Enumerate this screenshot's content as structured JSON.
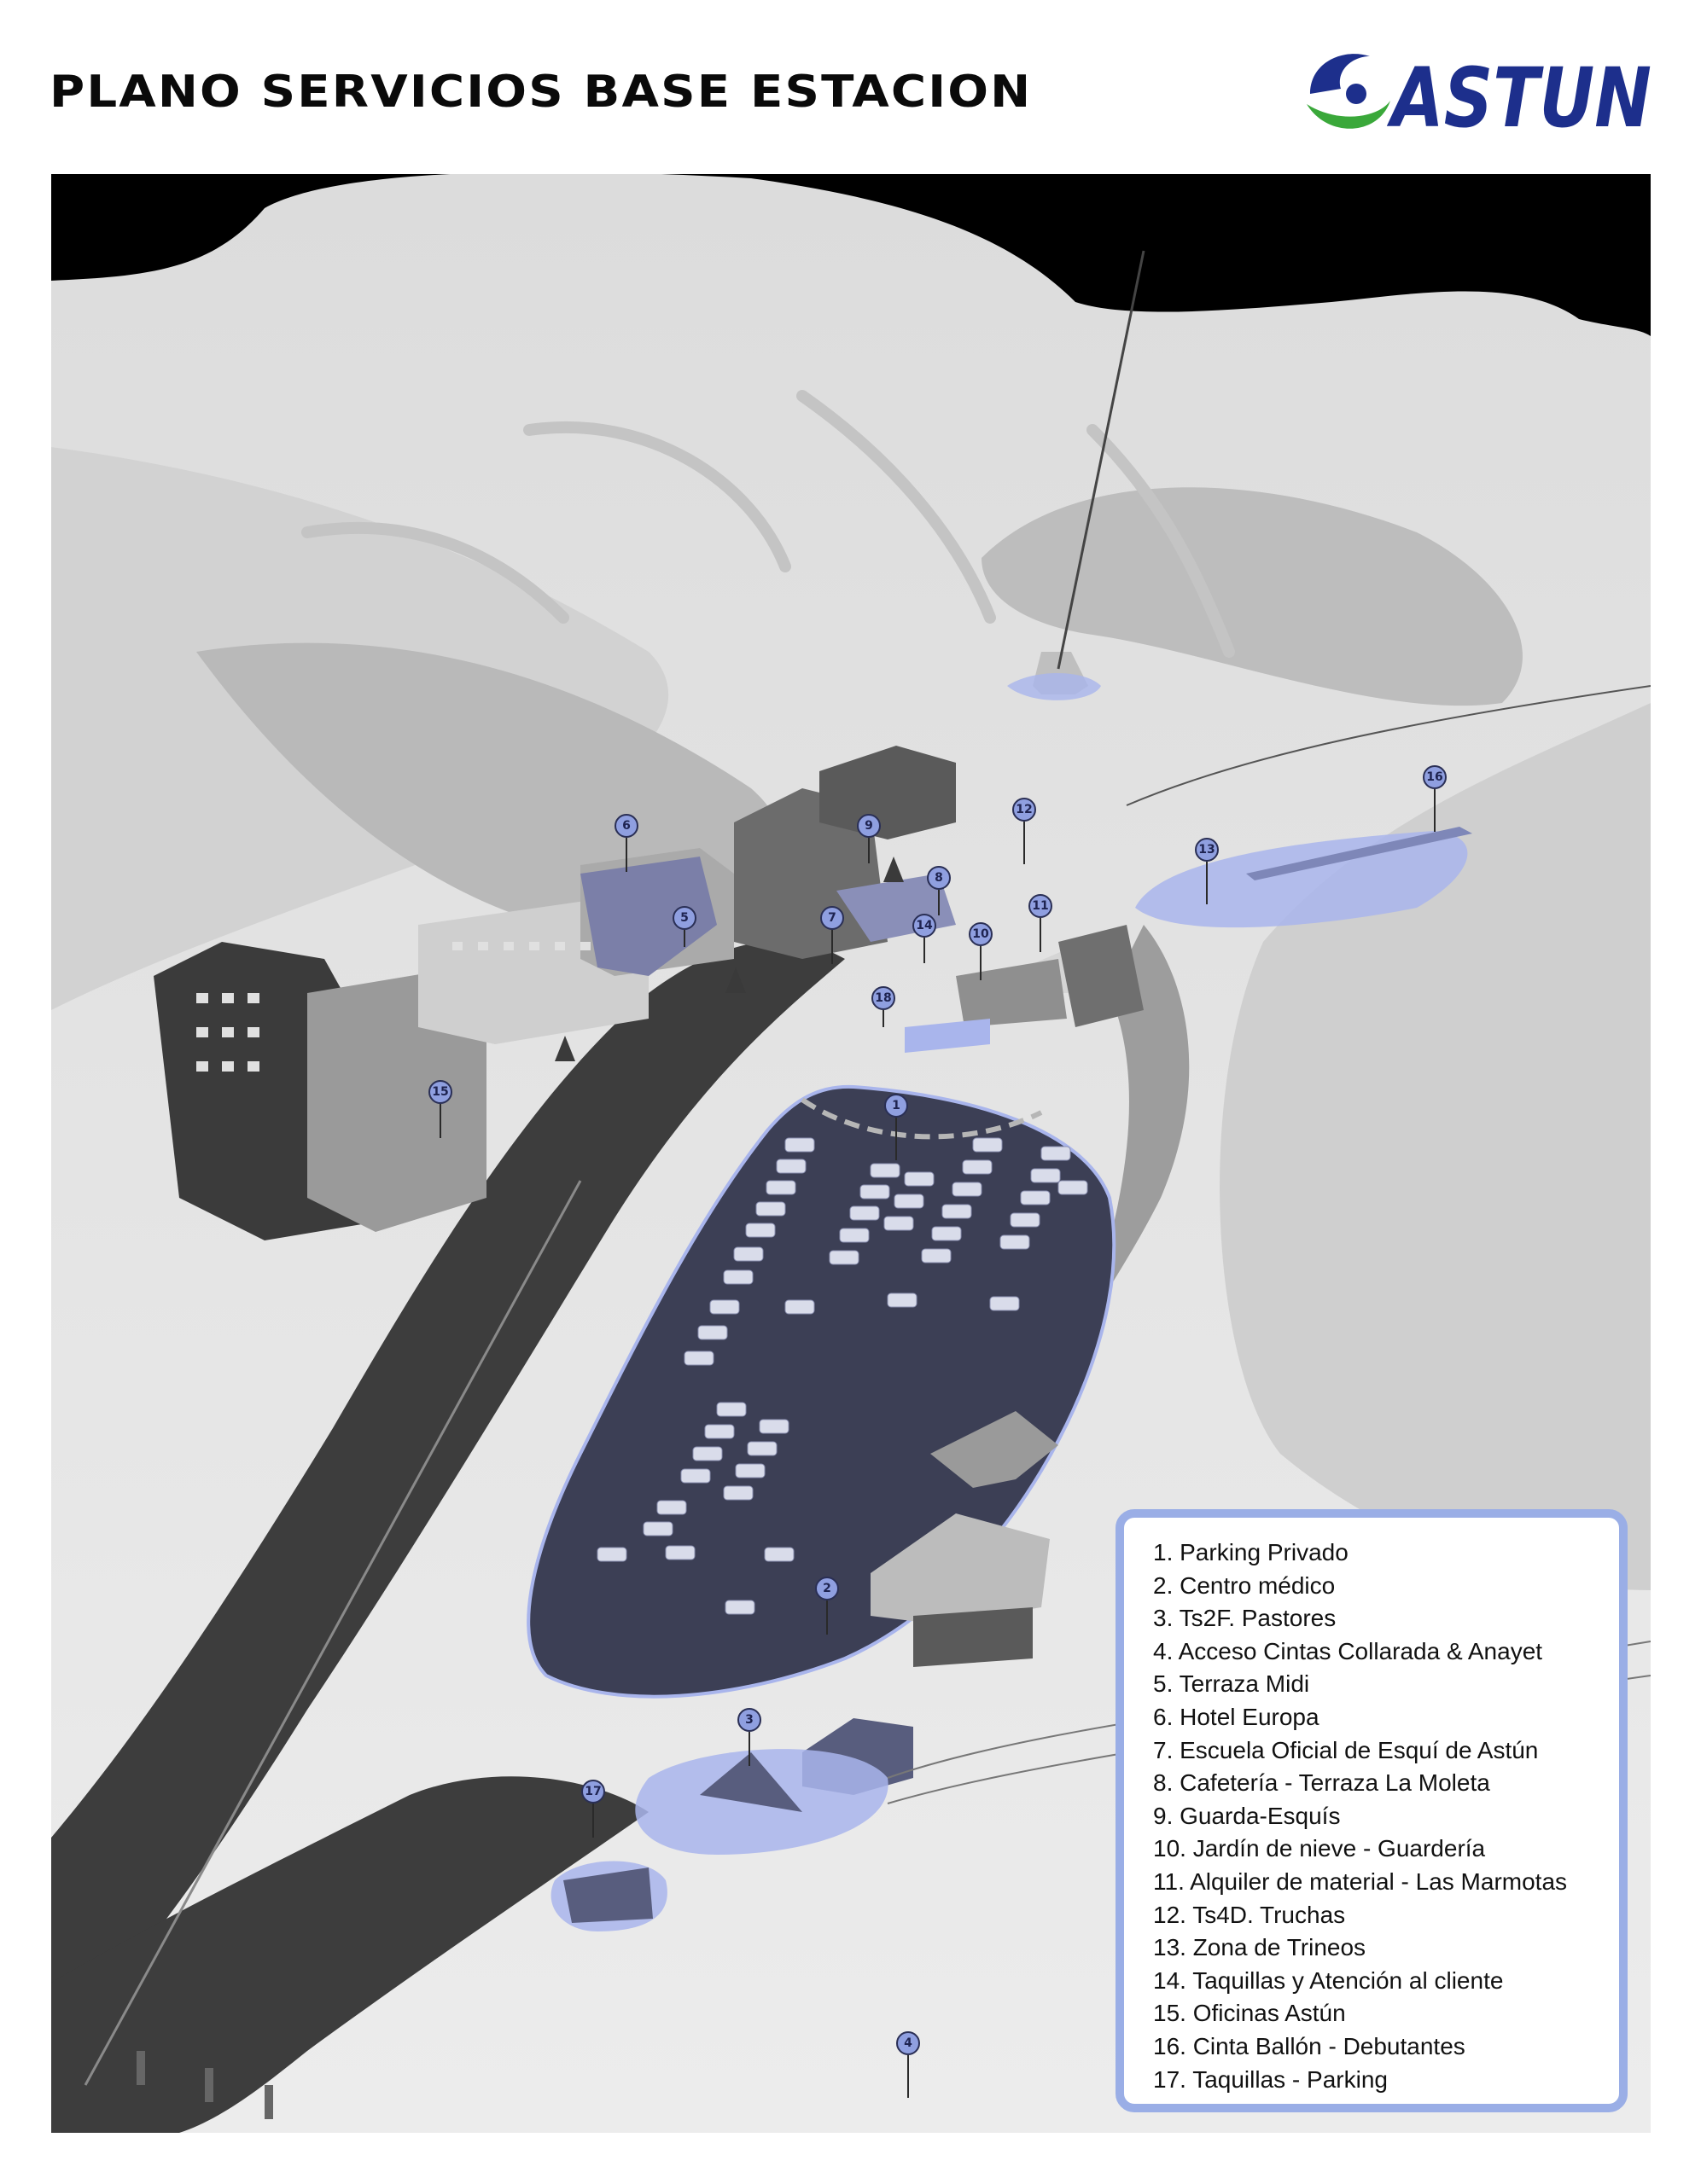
{
  "title": "PLANO SERVICIOS BASE ESTACION",
  "logo": {
    "text": "ASTUN",
    "brand_color": "#1d2f8c",
    "accent_color": "#3aa83a"
  },
  "colors": {
    "sky": "#000000",
    "snow": "#e6e6e6",
    "parking": "#3c3f55",
    "road": "#3d3d3d",
    "highlight": "#a9b5ec",
    "legend_border": "#9aaee6"
  },
  "markers": [
    {
      "id": "1"
    },
    {
      "id": "2"
    },
    {
      "id": "3"
    },
    {
      "id": "4"
    },
    {
      "id": "5"
    },
    {
      "id": "6"
    },
    {
      "id": "7"
    },
    {
      "id": "8"
    },
    {
      "id": "9"
    },
    {
      "id": "10"
    },
    {
      "id": "11"
    },
    {
      "id": "12"
    },
    {
      "id": "13"
    },
    {
      "id": "14"
    },
    {
      "id": "15"
    },
    {
      "id": "16"
    },
    {
      "id": "17"
    },
    {
      "id": "18"
    }
  ],
  "legend": [
    "1. Parking Privado",
    "2. Centro médico",
    "3. Ts2F. Pastores",
    "4. Acceso Cintas Collarada & Anayet",
    "5. Terraza Midi",
    "6. Hotel Europa",
    "7. Escuela Oficial de Esquí de Astún",
    "8. Cafetería - Terraza La Moleta",
    "9. Guarda-Esquís",
    "10. Jardín de nieve - Guardería",
    "11. Alquiler de material - Las Marmotas",
    "12. Ts4D. Truchas",
    "13. Zona de Trineos",
    "14. Taquillas y Atención al cliente",
    "15. Oficinas Astún",
    "16. Cinta Ballón - Debutantes",
    "17. Taquillas - Parking"
  ]
}
